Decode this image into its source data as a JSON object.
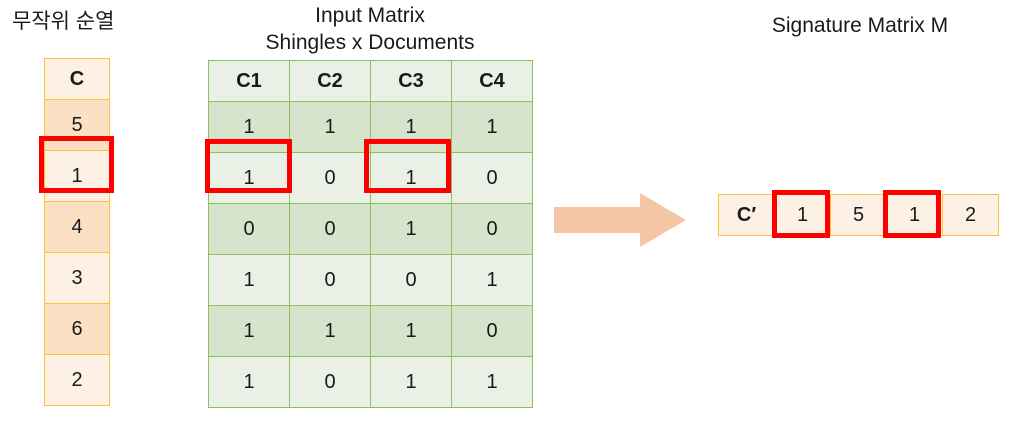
{
  "permutation": {
    "title": "무작위 순열",
    "header": "C",
    "values": [
      "5",
      "1",
      "4",
      "3",
      "6",
      "2"
    ],
    "highlighted_index": 1,
    "border_color": "#FFC233",
    "fill_dark": "#FBE0C3",
    "fill_light": "#FDF1E5"
  },
  "input_matrix": {
    "title": "Input Matrix\nShingles x Documents",
    "headers": [
      "C1",
      "C2",
      "C3",
      "C4"
    ],
    "rows": [
      [
        "1",
        "1",
        "1",
        "1"
      ],
      [
        "1",
        "0",
        "1",
        "0"
      ],
      [
        "0",
        "0",
        "1",
        "0"
      ],
      [
        "1",
        "0",
        "0",
        "1"
      ],
      [
        "1",
        "1",
        "1",
        "0"
      ],
      [
        "1",
        "0",
        "1",
        "1"
      ]
    ],
    "highlighted_cells": [
      [
        1,
        0
      ],
      [
        1,
        2
      ]
    ],
    "border_color": "#8CC163",
    "fill_dark": "#D6E4CC",
    "fill_light": "#EAF0E6"
  },
  "arrow": {
    "label": "transform-arrow",
    "color": "#F5C6A5",
    "direction": "right"
  },
  "signature_matrix": {
    "title": "Signature Matrix M",
    "header": "C′",
    "values": [
      "1",
      "5",
      "1",
      "2"
    ],
    "highlighted_indices": [
      0,
      2
    ],
    "border_color": "#FFC233",
    "fill": "#FDF1E5"
  },
  "highlight_color": "#FF0000"
}
